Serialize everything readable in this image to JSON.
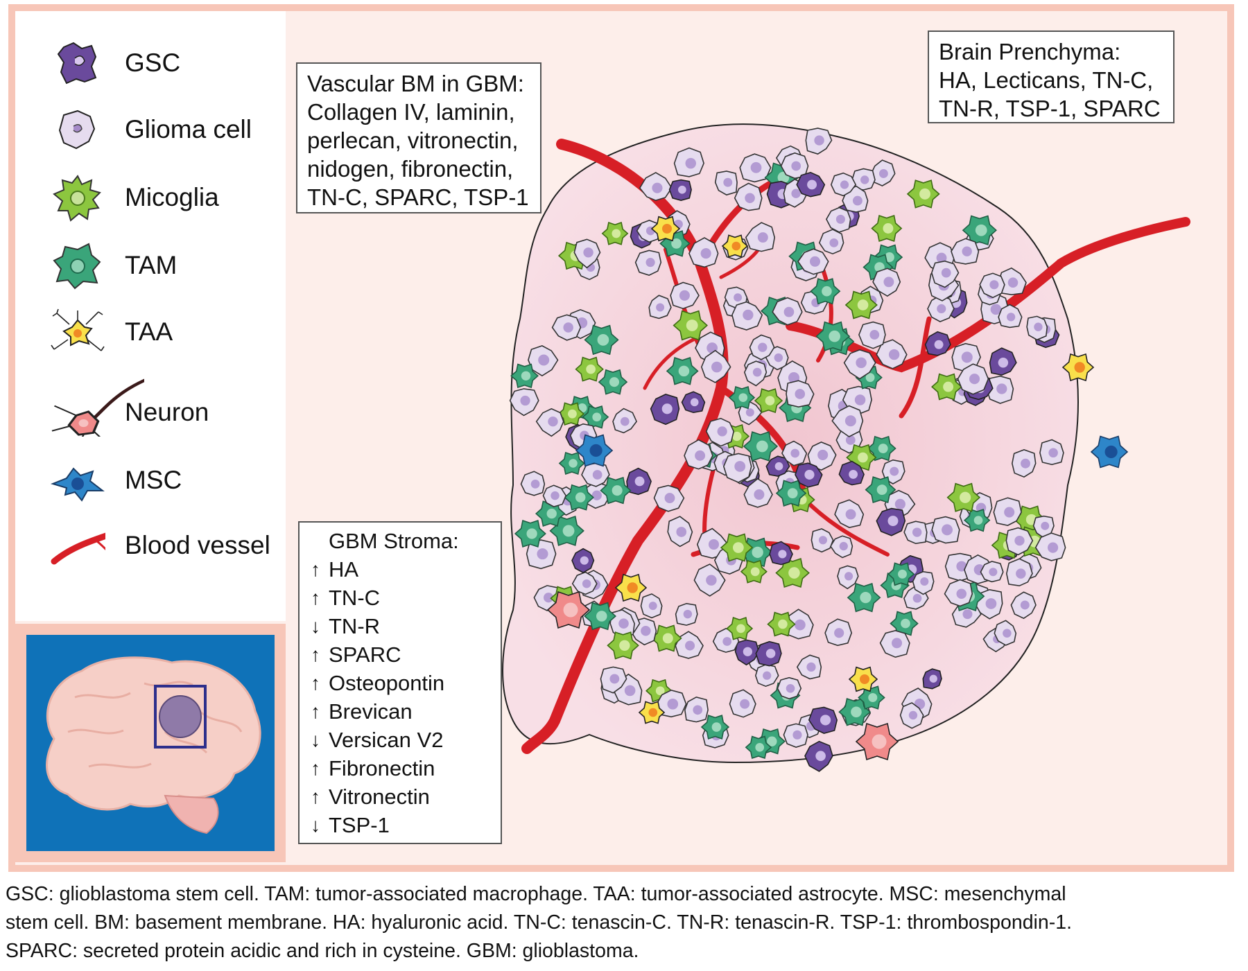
{
  "legend": [
    {
      "icon": "gsc-icon",
      "label": "GSC"
    },
    {
      "icon": "glioma-cell-icon",
      "label": "Glioma cell"
    },
    {
      "icon": "microglia-icon",
      "label": "Micoglia"
    },
    {
      "icon": "tam-icon",
      "label": "TAM"
    },
    {
      "icon": "taa-icon",
      "label": "TAA"
    },
    {
      "icon": "neuron-icon",
      "label": "Neuron"
    },
    {
      "icon": "msc-icon",
      "label": "MSC"
    },
    {
      "icon": "blood-vessel-icon",
      "label": "Blood vessel"
    }
  ],
  "vascular_bm": {
    "lines": [
      "Vascular BM in GBM:",
      "Collagen IV, laminin,",
      "perlecan, vitronectin,",
      "nidogen, fibronectin,",
      "TN-C, SPARC, TSP-1"
    ]
  },
  "brain_parenchyma": {
    "lines": [
      "Brain Prenchyma:",
      "HA, Lecticans, TN-C,",
      "TN-R, TSP-1, SPARC"
    ]
  },
  "gbm_stroma": {
    "title": "GBM Stroma:",
    "items": [
      {
        "dir": "up",
        "arrow": "↑",
        "label": "HA"
      },
      {
        "dir": "up",
        "arrow": "↑",
        "label": "TN-C"
      },
      {
        "dir": "down",
        "arrow": "↓",
        "label": "TN-R"
      },
      {
        "dir": "up",
        "arrow": "↑",
        "label": "SPARC"
      },
      {
        "dir": "up",
        "arrow": "↑",
        "label": "Osteopontin"
      },
      {
        "dir": "up",
        "arrow": "↑",
        "label": "Brevican"
      },
      {
        "dir": "down",
        "arrow": "↓",
        "label": "Versican V2"
      },
      {
        "dir": "up",
        "arrow": "↑",
        "label": "Fibronectin"
      },
      {
        "dir": "up",
        "arrow": "↑",
        "label": "Vitronectin"
      },
      {
        "dir": "down",
        "arrow": "↓",
        "label": "TSP-1"
      }
    ]
  },
  "caption": {
    "lines": [
      "GSC: glioblastoma stem cell. TAM: tumor-associated macrophage. TAA: tumor-associated astrocyte. MSC: mesenchymal",
      "stem cell. BM: basement membrane. HA: hyaluronic acid. TN-C: tenascin-C. TN-R: tenascin-R. TSP-1: thrombospondin-1.",
      "SPARC: secreted protein acidic and rich in cysteine. GBM: glioblastoma."
    ]
  },
  "colors": {
    "frame": "#f7c6b8",
    "panel_bg": "#fdeeea",
    "tumor_fill": "#f6dbe2",
    "gsc": "#6a4a9c",
    "glioma_cell": "#e6dcef",
    "microglia": "#8cc63f",
    "tam": "#3aa57a",
    "taa": "#f9e04b",
    "neuron": "#f08a8a",
    "msc": "#2e86c9",
    "vessel": "#d71f26",
    "inset_bg": "#0f72b8"
  }
}
